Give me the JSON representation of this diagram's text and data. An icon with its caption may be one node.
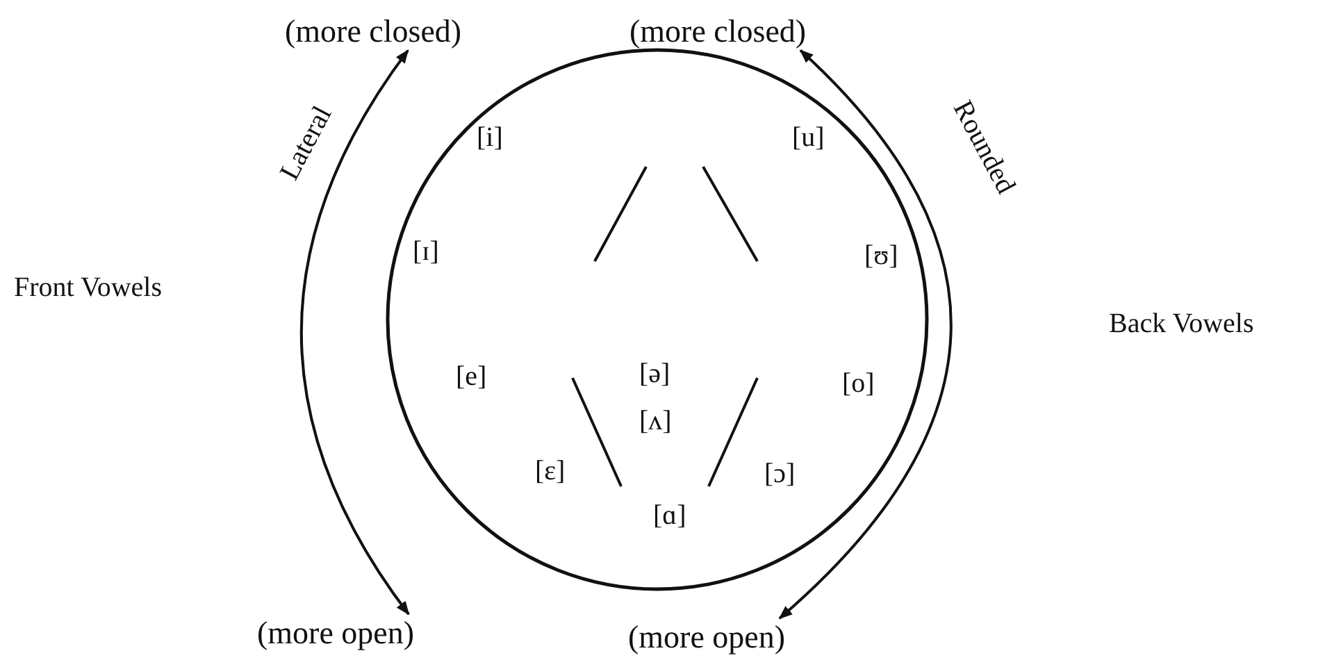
{
  "diagram": {
    "nodes": [
      {
        "text": [
          "(more closed)"
        ]
      },
      {
        "text": [
          "(more closed)"
        ]
      },
      {
        "text": [
          "(more open)"
        ]
      },
      {
        "text": [
          "(more open)"
        ]
      }
    ],
    "edges": [
      {
        "from": 2,
        "to": 0,
        "arrow": "both",
        "label": "Lateral"
      },
      {
        "from": 3,
        "to": 1,
        "arrow": "both",
        "label": "Rounded"
      }
    ],
    "labels": [
      "[i]",
      "[u]",
      "[ɪ]",
      "[ʊ]",
      "Front Vowels",
      "Back Vowels",
      "[e]",
      "[ə]",
      "[o]",
      "[ʌ]",
      "[ɛ]",
      "[ɔ]",
      "[ɑ]"
    ]
  }
}
